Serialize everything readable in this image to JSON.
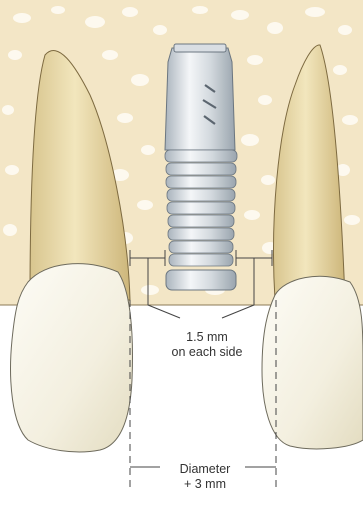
{
  "annotations": {
    "side_gap_line1": "1.5 mm",
    "side_gap_line2": "on each side",
    "diameter_line1": "Diameter",
    "diameter_line2": "+ 3 mm"
  },
  "colors": {
    "bone": "#f3e6c6",
    "bone_pore": "#ffffff",
    "root": "#eadcb0",
    "crown": "#f6f3e8",
    "implant_metal": "#c9d0d6",
    "implant_highlight": "#f2f5f7",
    "line": "#444444"
  }
}
